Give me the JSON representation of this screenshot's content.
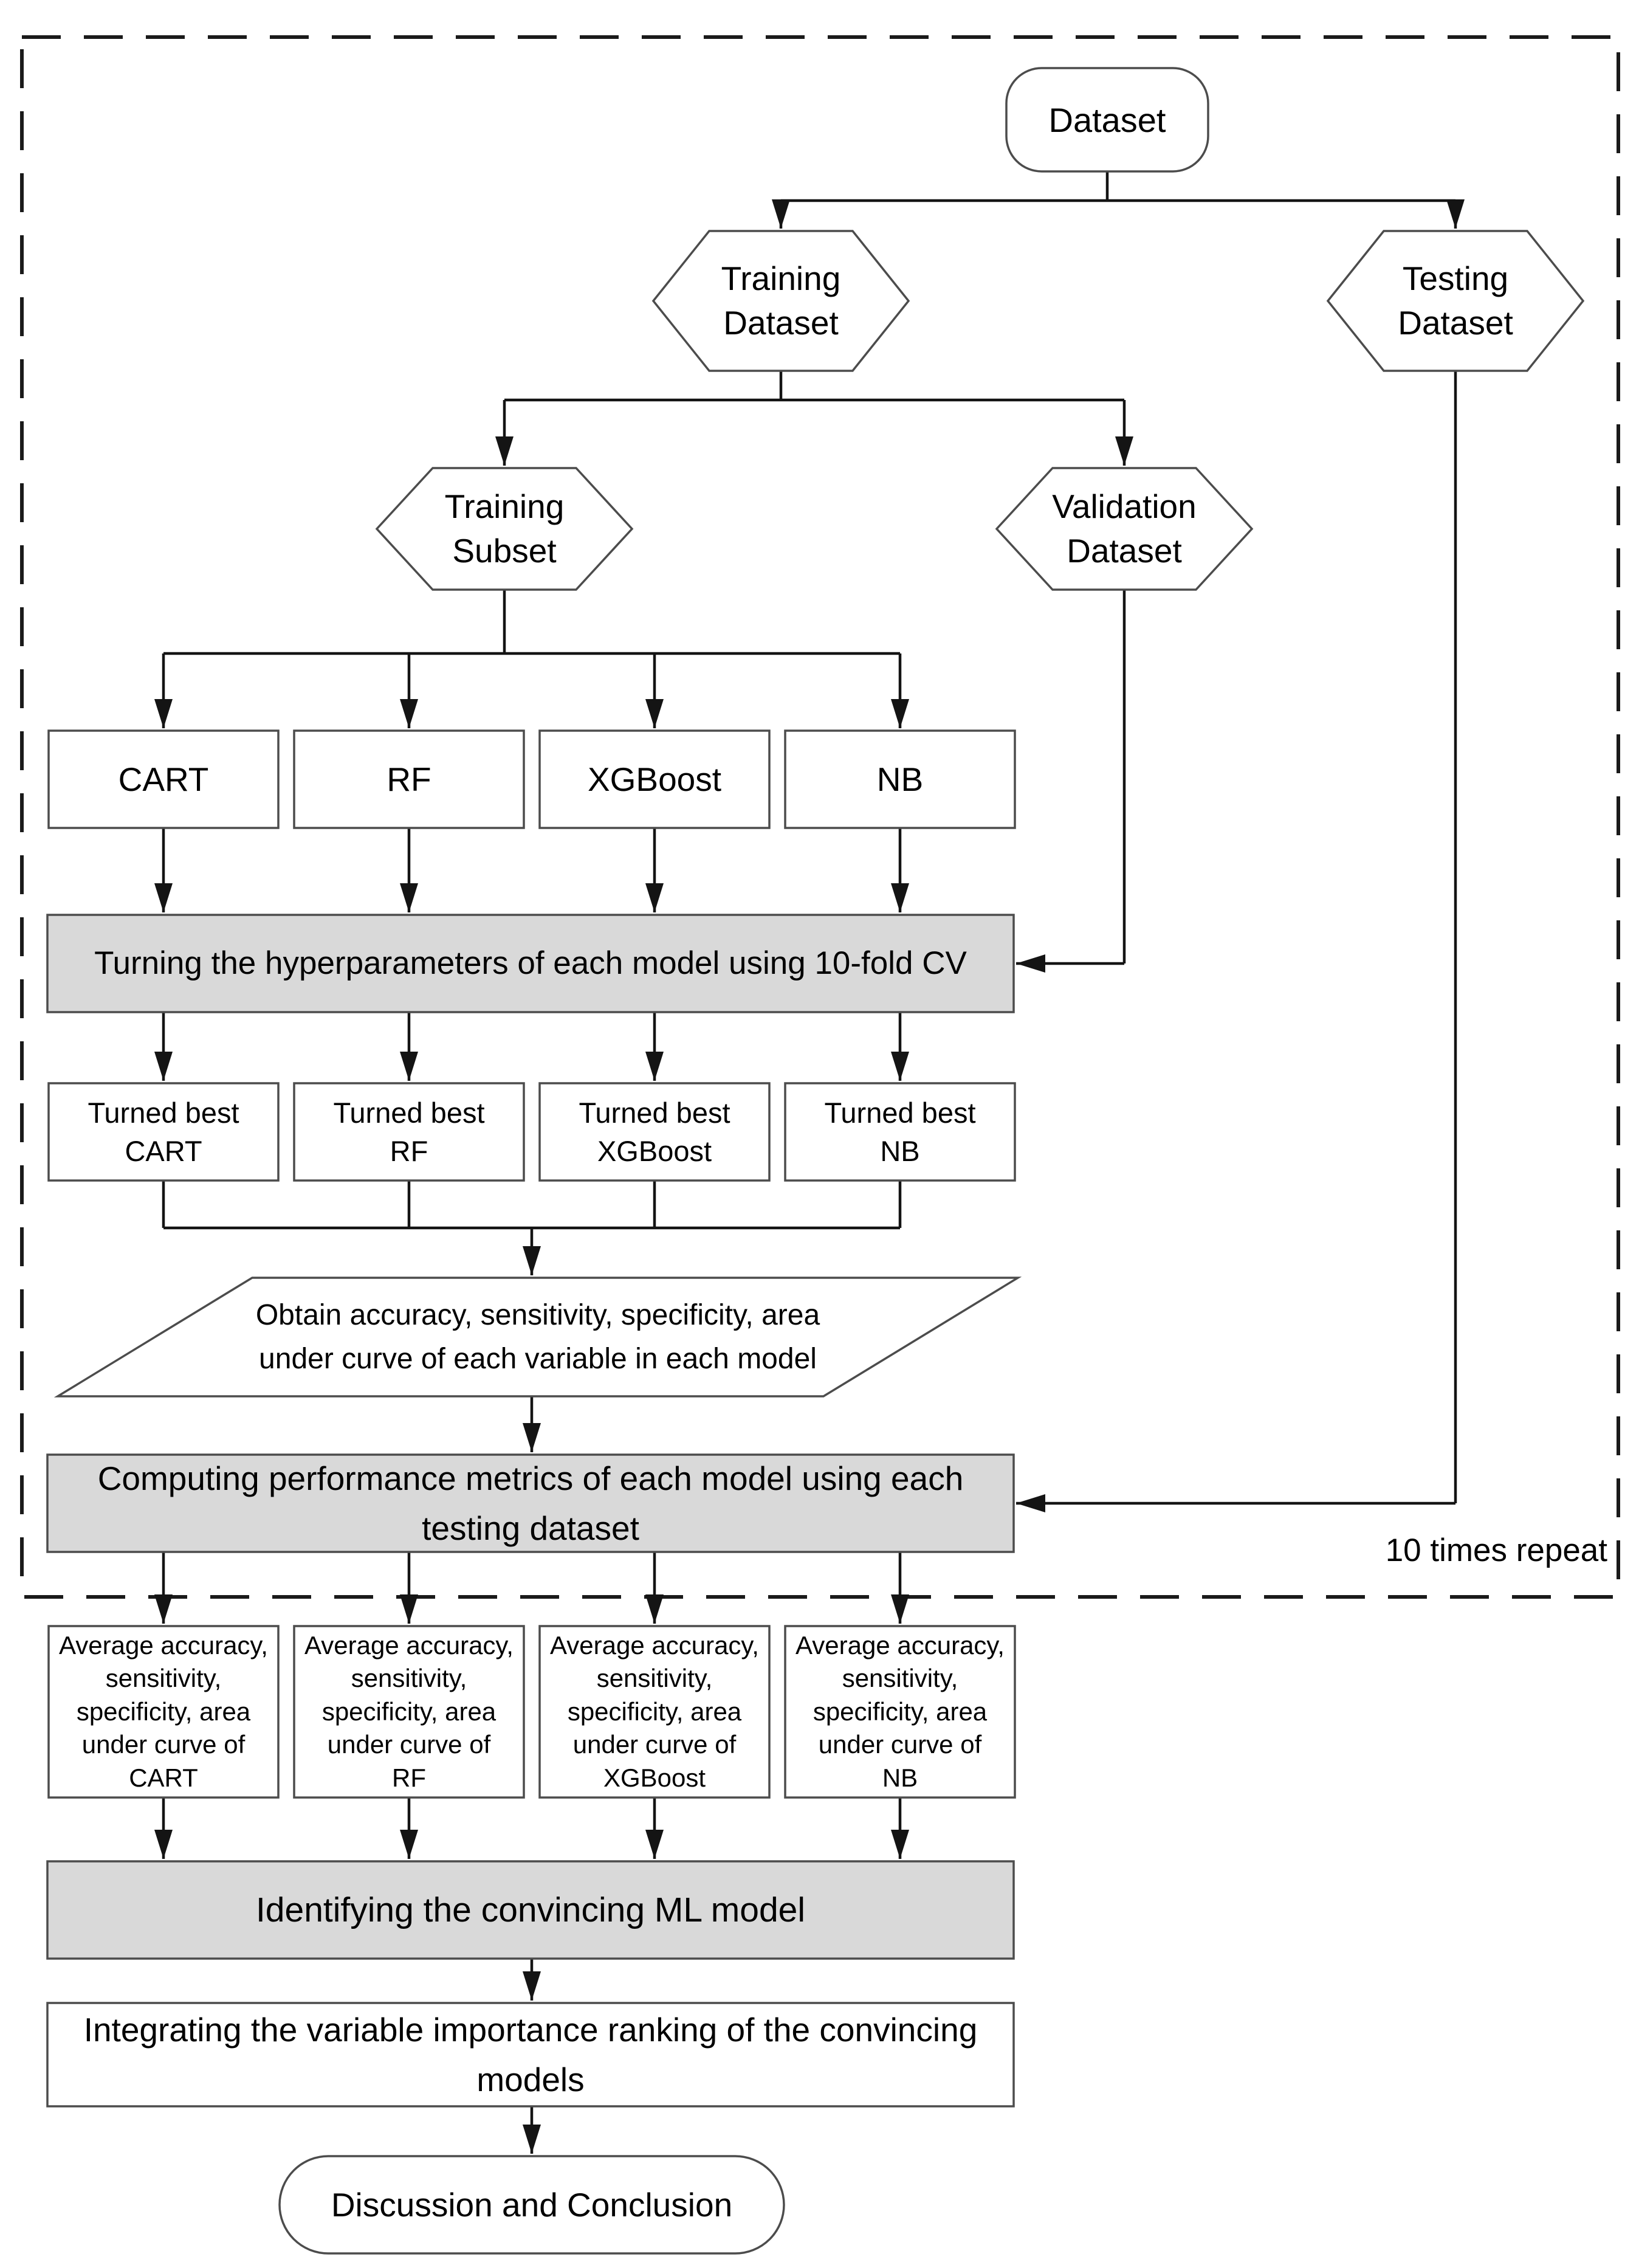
{
  "diagram": {
    "title": "ML modeling workflow flowchart",
    "repeat_label": "10 times repeat",
    "nodes": {
      "dataset": "Dataset",
      "training_dataset": {
        "line1": "Training",
        "line2": "Dataset"
      },
      "testing_dataset": {
        "line1": "Testing",
        "line2": "Dataset"
      },
      "training_subset": {
        "line1": "Training",
        "line2": "Subset"
      },
      "validation_dataset": {
        "line1": "Validation",
        "line2": "Dataset"
      },
      "models": [
        "CART",
        "RF",
        "XGBoost",
        "NB"
      ],
      "turned_best_prefix": "Turned best",
      "tuning_step": "Turning the hyperparameters of each model using 10-fold CV",
      "obtain_step": "Obtain accuracy, sensitivity, specificity, area under curve of each variable in each model",
      "computing_step": "Computing performance metrics of each model using each testing dataset",
      "average_prefix": "Average accuracy, sensitivity, specificity, area under curve of",
      "identifying_step": "Identifying the convincing ML model",
      "integrating_step": "Integrating the variable importance ranking of the convincing models",
      "conclusion": "Discussion and Conclusion"
    },
    "colors": {
      "background": "#ffffff",
      "process_fill": "#d9d9d9",
      "shape_fill": "#ffffff",
      "shape_stroke": "#4c4c4c",
      "connector": "#141414",
      "dashed_border": "#1a1a1a",
      "text": "#000000"
    }
  }
}
